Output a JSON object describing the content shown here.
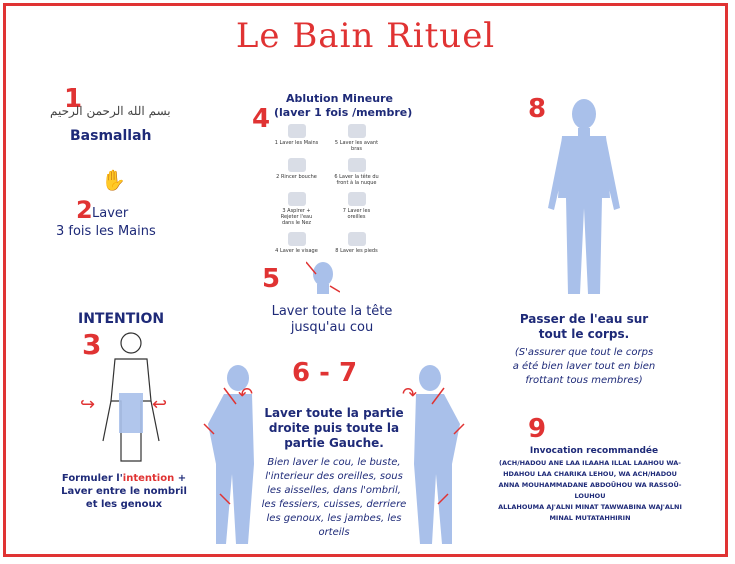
{
  "title": "Le Bain Rituel",
  "steps": {
    "s1": {
      "num": "1",
      "label": "Basmallah",
      "arabic": "بسم الله الرحمن الرحيم"
    },
    "s2": {
      "num": "2",
      "label_line1": "Laver",
      "label_line2": "3 fois les Mains"
    },
    "s3": {
      "heading": "INTENTION",
      "num": "3",
      "caption_prefix": "Formuler l'",
      "caption_em": "intention",
      "caption_suffix": " +",
      "caption_line2": "Laver entre le nombril",
      "caption_line3": "et les genoux"
    },
    "s4": {
      "num": "4",
      "title_line1": "Ablution Mineure",
      "title_line2": "(laver 1 fois /membre)",
      "items": [
        {
          "n": "1",
          "text": "Laver les Mains"
        },
        {
          "n": "5",
          "text": "Laver les avant bras"
        },
        {
          "n": "2",
          "text": "Rincer bouche"
        },
        {
          "n": "6",
          "text": "Laver la tête du front à la nuque"
        },
        {
          "n": "3",
          "text": "Aspirer + Rejeter l'eau dans le Nez"
        },
        {
          "n": "7",
          "text": "Laver les oreilles"
        },
        {
          "n": "4",
          "text": "Laver le visage"
        },
        {
          "n": "8",
          "text": "Laver les pieds"
        }
      ]
    },
    "s5": {
      "num": "5",
      "line1": "Laver toute la tête",
      "line2": "jusqu'au cou"
    },
    "s67": {
      "num": "6 - 7",
      "head1": "Laver toute la partie",
      "head2": "droite puis toute la",
      "head3": "partie Gauche.",
      "body": [
        "Bien laver le cou, le buste,",
        "l'interieur des oreilles, sous",
        "les aisselles, dans l'ombril,",
        "les fessiers, cuisses, derriere",
        "les genoux, les jambes, les",
        "orteils"
      ]
    },
    "s8": {
      "num": "8",
      "head1": "Passer de l'eau sur",
      "head2": "tout le corps.",
      "body": [
        "(S'assurer que tout le corps",
        "a été bien laver tout en bien",
        "frottant tous membres)"
      ]
    },
    "s9": {
      "num": "9",
      "heading": "Invocation recommandée",
      "body": [
        "(ACH/HADOU ANE LAA ILAAHA ILLAL LAAHOU WA-",
        "HDAHOU LAA CHARIKA LEHOU, WA ACH/HADOU",
        "ANNA MOUHAMMADANE ABDOÛHOU WA RASSOÛ-",
        "LOUHOU",
        "ALLAHOUMA AJ'ALNI MINAT TAWWABINA WAJ'ALNI",
        "MINAL MUTATAHHIRIN"
      ]
    }
  },
  "colors": {
    "accent": "#e03333",
    "navy": "#1e2a78",
    "body": "#a9c0ea"
  }
}
